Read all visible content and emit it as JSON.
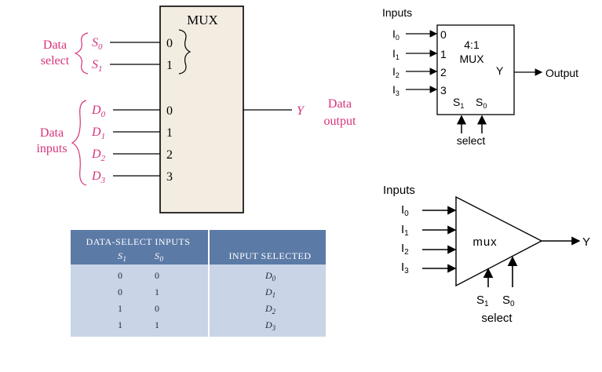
{
  "mux_serif": {
    "title": "MUX",
    "select_group": "Data\nselect",
    "inputs_group": "Data\ninputs",
    "select_lines": [
      "S0",
      "S1"
    ],
    "select_line_subs": [
      "0",
      "1"
    ],
    "select_pins": [
      "0",
      "1"
    ],
    "data_lines": [
      "D0",
      "D1",
      "D2",
      "D3"
    ],
    "data_line_subs": [
      "0",
      "1",
      "2",
      "3"
    ],
    "data_pins": [
      "0",
      "1",
      "2",
      "3"
    ],
    "output_symbol": "Y",
    "output_label_1": "Data",
    "output_label_2": "output"
  },
  "truth_table": {
    "header_group": "DATA-SELECT INPUTS",
    "header_s1": "S1",
    "header_s0": "S0",
    "header_selected": "INPUT SELECTED",
    "rows": [
      {
        "s1": "0",
        "s0": "0",
        "sel": "D0",
        "sub": "0"
      },
      {
        "s1": "0",
        "s0": "1",
        "sel": "D1",
        "sub": "1"
      },
      {
        "s1": "1",
        "s0": "0",
        "sel": "D2",
        "sub": "2"
      },
      {
        "s1": "1",
        "s0": "1",
        "sel": "D3",
        "sub": "3"
      }
    ]
  },
  "mux_box": {
    "inputs_label": "Inputs",
    "inputs": [
      "I0",
      "I1",
      "I2",
      "I3"
    ],
    "pins": [
      "0",
      "1",
      "2",
      "3"
    ],
    "title_1": "4:1",
    "title_2": "MUX",
    "out_pin": "Y",
    "output_label": "Output",
    "sel_s1": "S1",
    "sel_s0": "S0",
    "select_label": "select"
  },
  "mux_triangle": {
    "inputs_label": "Inputs",
    "inputs": [
      "I0",
      "I1",
      "I2",
      "I3"
    ],
    "body_label": "mux",
    "output": "Y",
    "sel_s1": "S1",
    "sel_s0": "S0",
    "select_label": "select"
  },
  "colors": {
    "accent_pink": "#d6337a",
    "mux_fill": "#f3ece1",
    "table_header": "#5b7aa6",
    "table_body": "#c9d4e6"
  }
}
